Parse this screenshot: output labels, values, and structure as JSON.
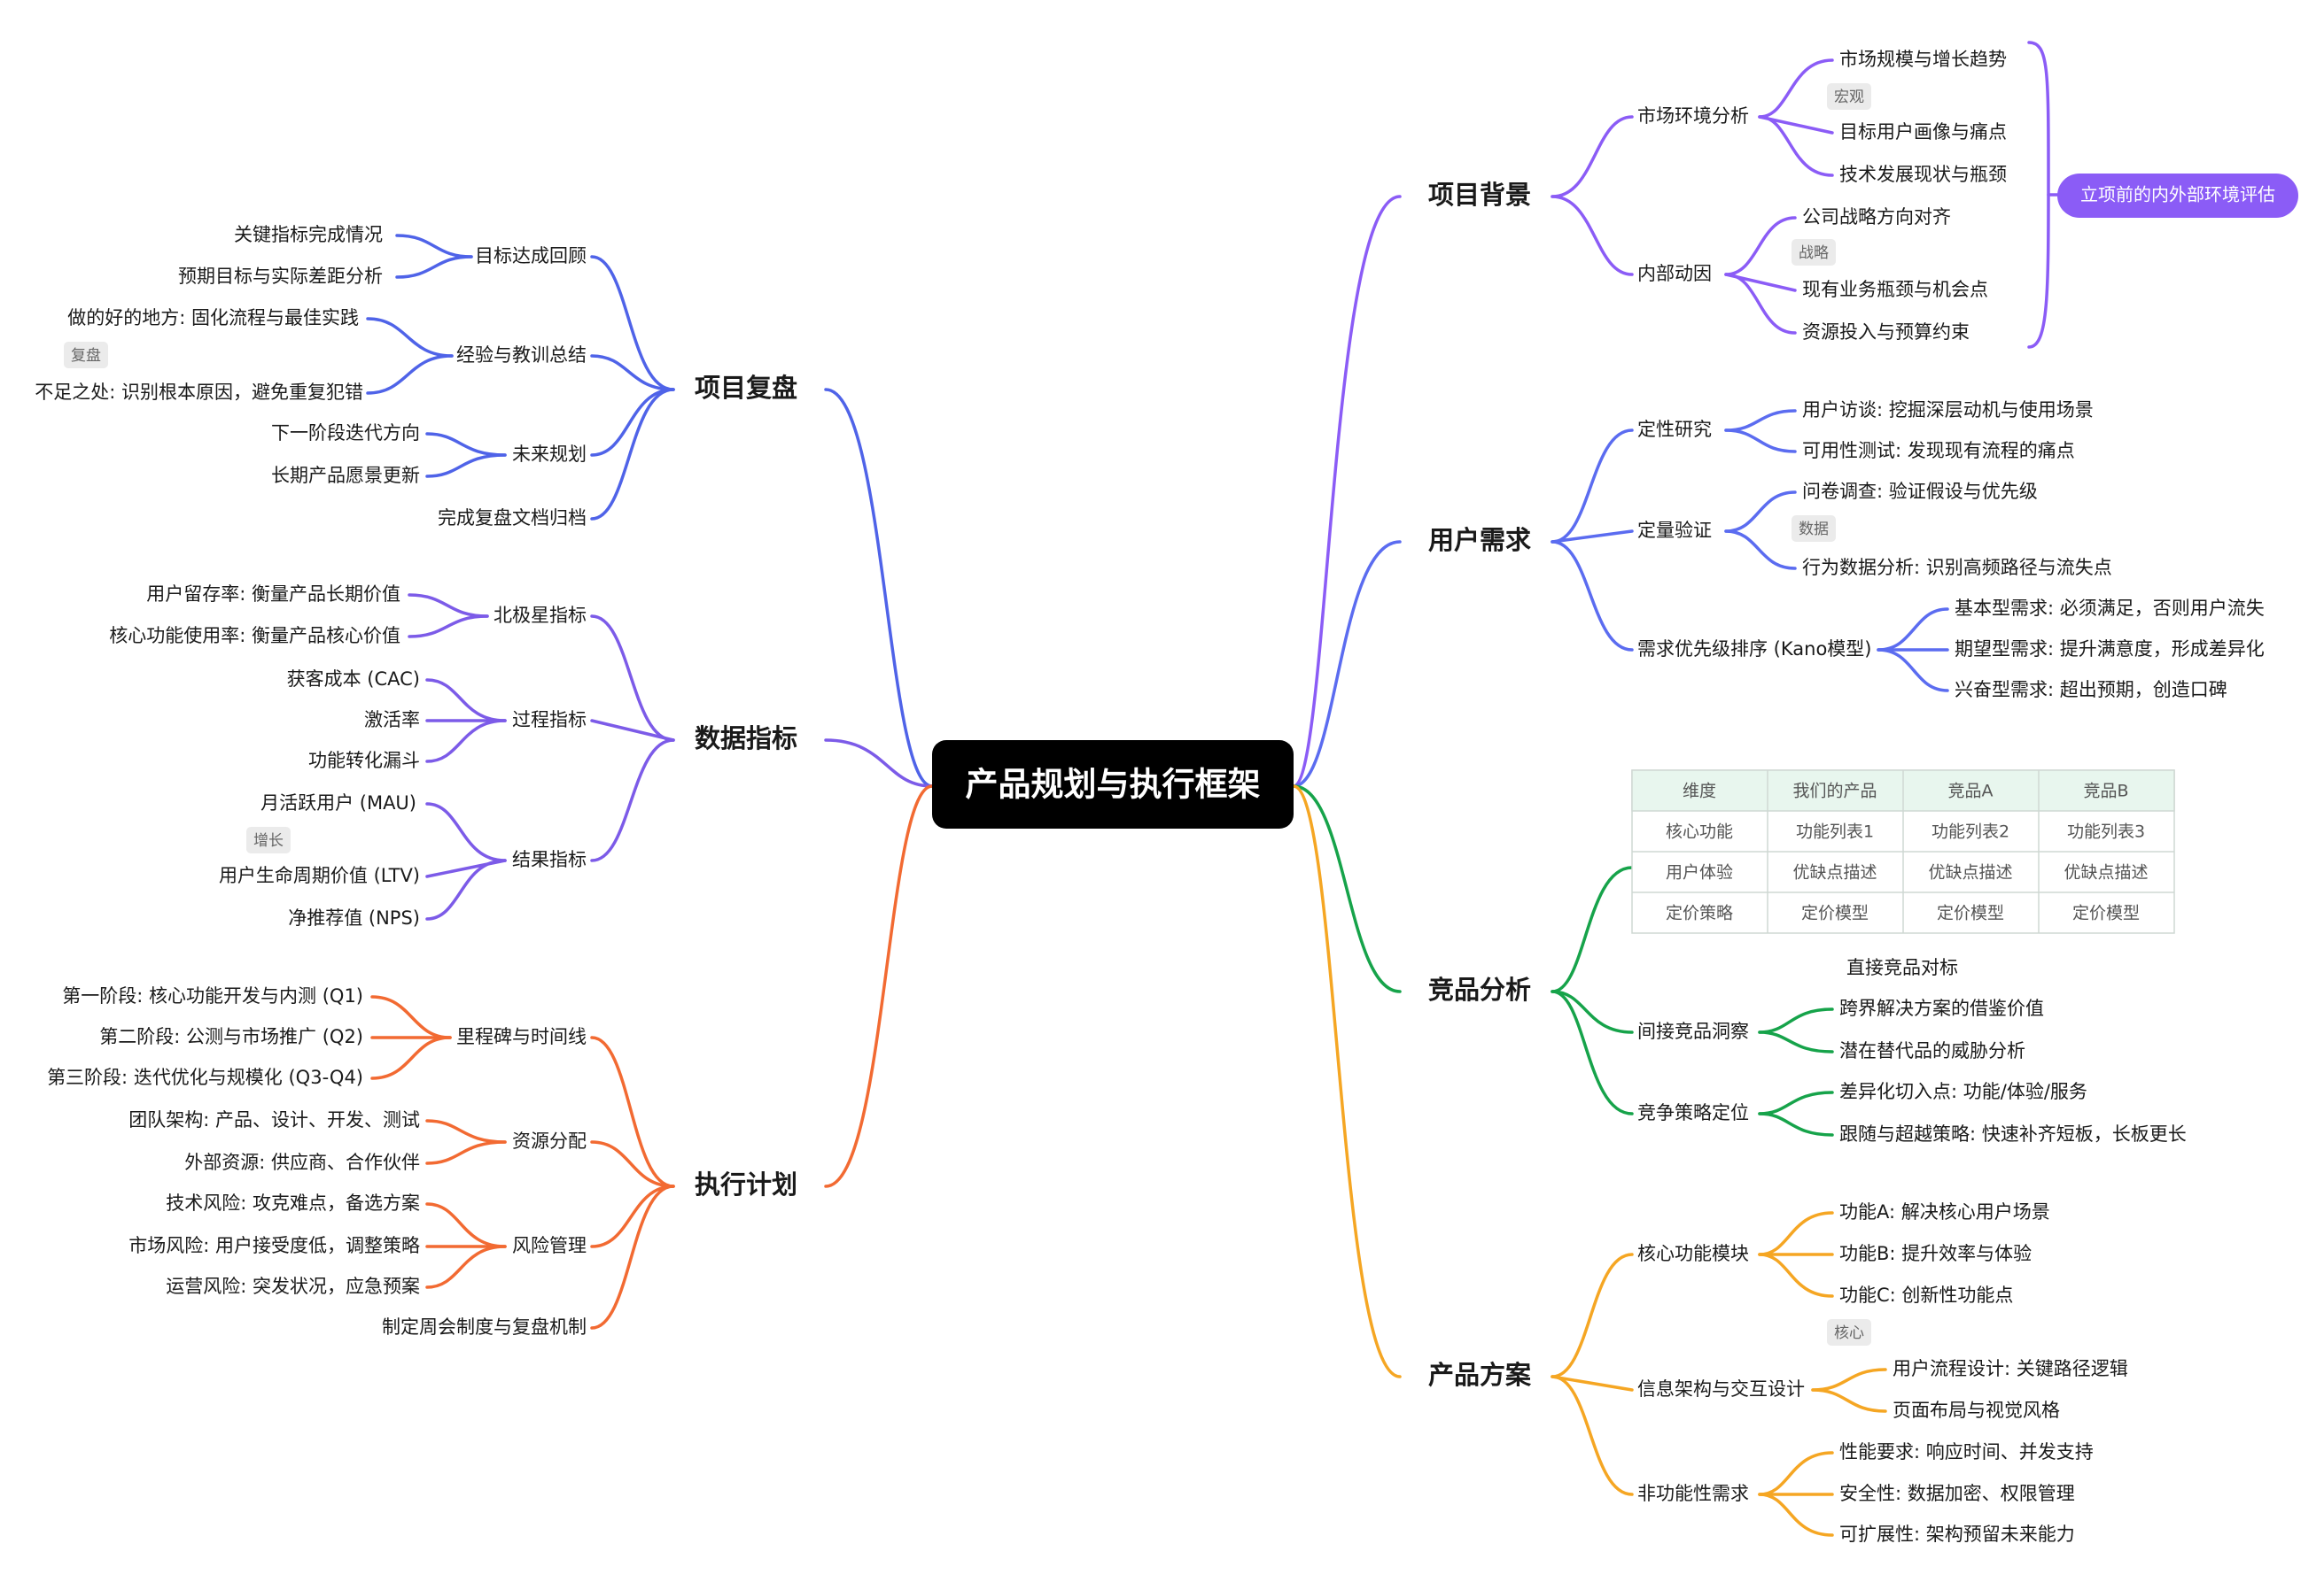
{
  "root": {
    "label": "产品规划与执行框架"
  },
  "colors": {
    "background": "#ffffff",
    "root_fill": "#000000",
    "root_text": "#ffffff",
    "branch_project_bg": "#8b5cf6",
    "branch_user_needs": "#5b6cf0",
    "branch_competitors": "#16a34a",
    "branch_solution": "#f5a623",
    "branch_review": "#4f63e8",
    "branch_metrics": "#7c5be8",
    "branch_execution": "#f26a32",
    "tag_fill": "#ebebeb",
    "table_header": "#e8f6ee",
    "table_border": "#cfd8d3"
  },
  "branches": {
    "bg": {
      "label": "项目背景",
      "market": "市场环境分析",
      "market_items": [
        "市场规模与增长趋势",
        "目标用户画像与痛点",
        "技术发展现状与瓶颈"
      ],
      "market_tag": "宏观",
      "internal": "内部动因",
      "internal_items": [
        "公司战略方向对齐",
        "现有业务瓶颈与机会点",
        "资源投入与预算约束"
      ],
      "internal_tag": "战略",
      "summary": "立项前的内外部环境评估"
    },
    "needs": {
      "label": "用户需求",
      "qual": "定性研究",
      "qual_items": [
        "用户访谈: 挖掘深层动机与使用场景",
        "可用性测试: 发现现有流程的痛点"
      ],
      "quant": "定量验证",
      "quant_items": [
        "问卷调查: 验证假设与优先级",
        "行为数据分析: 识别高频路径与流失点"
      ],
      "quant_tag": "数据",
      "kano": "需求优先级排序 (Kano模型)",
      "kano_items": [
        "基本型需求: 必须满足，否则用户流失",
        "期望型需求: 提升满意度，形成差异化",
        "兴奋型需求: 超出预期，创造口碑"
      ]
    },
    "comp": {
      "label": "竞品分析",
      "table": {
        "header": [
          "维度",
          "我们的产品",
          "竞品A",
          "竞品B"
        ],
        "rows": [
          [
            "核心功能",
            "功能列表1",
            "功能列表2",
            "功能列表3"
          ],
          [
            "用户体验",
            "优缺点描述",
            "优缺点描述",
            "优缺点描述"
          ],
          [
            "定价策略",
            "定价模型",
            "定价模型",
            "定价模型"
          ]
        ]
      },
      "direct": "直接竞品对标",
      "indirect": "间接竞品洞察",
      "indirect_items": [
        "跨界解决方案的借鉴价值",
        "潜在替代品的威胁分析"
      ],
      "position": "竞争策略定位",
      "position_items": [
        "差异化切入点: 功能/体验/服务",
        "跟随与超越策略: 快速补齐短板，长板更长"
      ]
    },
    "sol": {
      "label": "产品方案",
      "core": "核心功能模块",
      "core_items": [
        "功能A: 解决核心用户场景",
        "功能B: 提升效率与体验",
        "功能C: 创新性功能点"
      ],
      "core_tag": "核心",
      "ia": "信息架构与交互设计",
      "ia_items": [
        "用户流程设计: 关键路径逻辑",
        "页面布局与视觉风格"
      ],
      "nfr": "非功能性需求",
      "nfr_items": [
        "性能要求: 响应时间、并发支持",
        "安全性: 数据加密、权限管理",
        "可扩展性: 架构预留未来能力"
      ]
    },
    "review": {
      "label": "项目复盘",
      "goal": "目标达成回顾",
      "goal_items": [
        "关键指标完成情况",
        "预期目标与实际差距分析"
      ],
      "lesson": "经验与教训总结",
      "lesson_items": [
        "做的好的地方: 固化流程与最佳实践",
        "不足之处: 识别根本原因，避免重复犯错"
      ],
      "lesson_tag": "复盘",
      "future": "未来规划",
      "future_items": [
        "下一阶段迭代方向",
        "长期产品愿景更新"
      ],
      "archive": "完成复盘文档归档"
    },
    "metrics": {
      "label": "数据指标",
      "north": "北极星指标",
      "north_items": [
        "用户留存率: 衡量产品长期价值",
        "核心功能使用率: 衡量产品核心价值"
      ],
      "process": "过程指标",
      "process_items": [
        "获客成本 (CAC)",
        "激活率",
        "功能转化漏斗"
      ],
      "result": "结果指标",
      "result_items": [
        "月活跃用户 (MAU)",
        "用户生命周期价值 (LTV)",
        "净推荐值 (NPS)"
      ],
      "result_tag": "增长"
    },
    "exec": {
      "label": "执行计划",
      "milestone": "里程碑与时间线",
      "milestone_items": [
        "第一阶段: 核心功能开发与内测 (Q1)",
        "第二阶段: 公测与市场推广 (Q2)",
        "第三阶段: 迭代优化与规模化 (Q3-Q4)"
      ],
      "resource": "资源分配",
      "resource_items": [
        "团队架构: 产品、设计、开发、测试",
        "外部资源: 供应商、合作伙伴"
      ],
      "risk": "风险管理",
      "risk_items": [
        "技术风险: 攻克难点，备选方案",
        "市场风险: 用户接受度低，调整策略",
        "运营风险: 突发状况，应急预案"
      ],
      "meeting": "制定周会制度与复盘机制"
    }
  }
}
